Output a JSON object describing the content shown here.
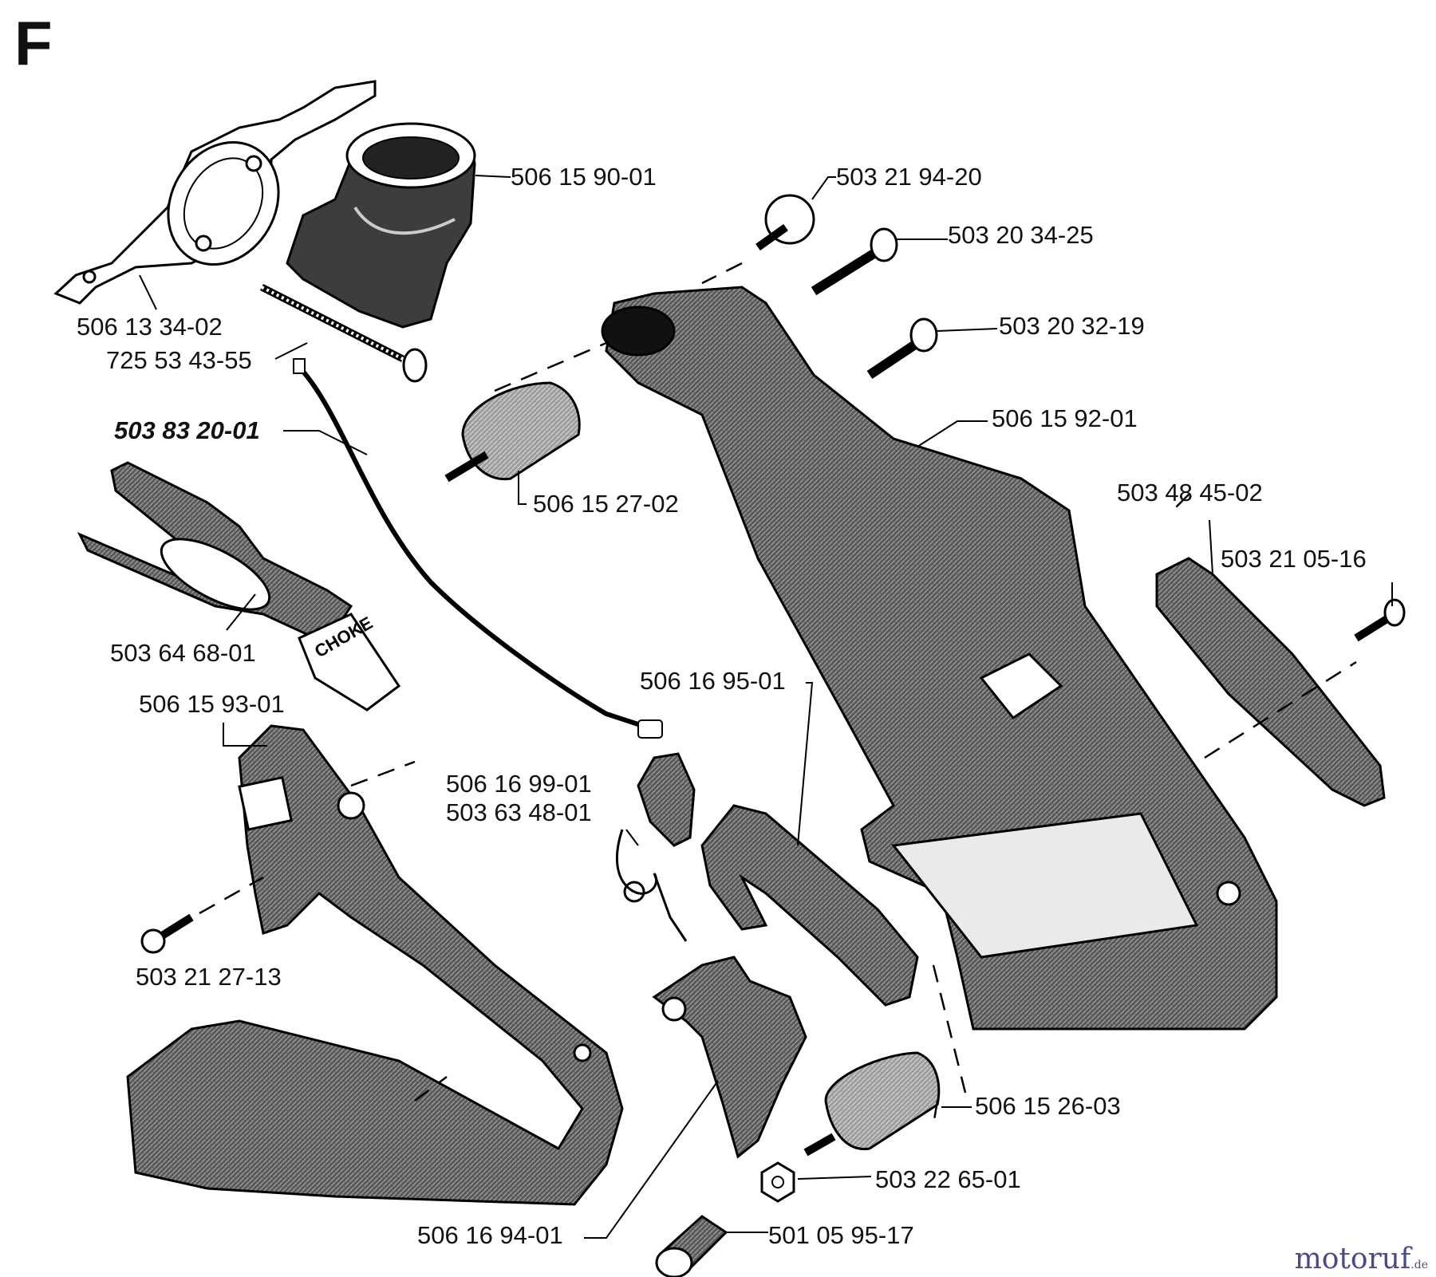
{
  "section_letter": "F",
  "brand": {
    "name": "motoruf",
    "tld": ".de"
  },
  "parts": [
    {
      "id": "p1",
      "number": "506 15 90-01",
      "name": "intake-elbow"
    },
    {
      "id": "p2",
      "number": "503 21 94-20",
      "name": "mushroom-screw"
    },
    {
      "id": "p3",
      "number": "503 20 34-25",
      "name": "screw-a"
    },
    {
      "id": "p4",
      "number": "506 13 34-02",
      "name": "carburetor-bracket"
    },
    {
      "id": "p5",
      "number": "725 53 43-55",
      "name": "long-bolt"
    },
    {
      "id": "p6",
      "number": "503 20 32-19",
      "name": "screw-b"
    },
    {
      "id": "p7",
      "number": "503 83 20-01",
      "name": "throttle-cable",
      "emphasis": true
    },
    {
      "id": "p8",
      "number": "506 15 92-01",
      "name": "rear-handle-housing"
    },
    {
      "id": "p9",
      "number": "506 15 27-02",
      "name": "rubber-buffer-upper"
    },
    {
      "id": "p10",
      "number": "503 48 45-02",
      "name": "handle-cover-plate"
    },
    {
      "id": "p11",
      "number": "503 21 05-16",
      "name": "screw-c"
    },
    {
      "id": "p12",
      "number": "503 64 68-01",
      "name": "choke-control"
    },
    {
      "id": "p13",
      "number": "506 16 95-01",
      "name": "throttle-trigger"
    },
    {
      "id": "p14",
      "number": "506 15 93-01",
      "name": "handle-cover-left"
    },
    {
      "id": "p15",
      "number": "506 16 99-01",
      "name": "trigger-lockout"
    },
    {
      "id": "p16",
      "number": "503 63 48-01",
      "name": "trigger-spring"
    },
    {
      "id": "p17",
      "number": "503 21 27-13",
      "name": "screw-d"
    },
    {
      "id": "p18",
      "number": "506 15 26-03",
      "name": "rubber-buffer-lower"
    },
    {
      "id": "p19",
      "number": "503 22 65-01",
      "name": "hex-nut"
    },
    {
      "id": "p20",
      "number": "506 16 94-01",
      "name": "throttle-lockout-lever"
    },
    {
      "id": "p21",
      "number": "501 05 95-17",
      "name": "spacer-sleeve"
    }
  ],
  "choke_plate_text": "CHOKE"
}
